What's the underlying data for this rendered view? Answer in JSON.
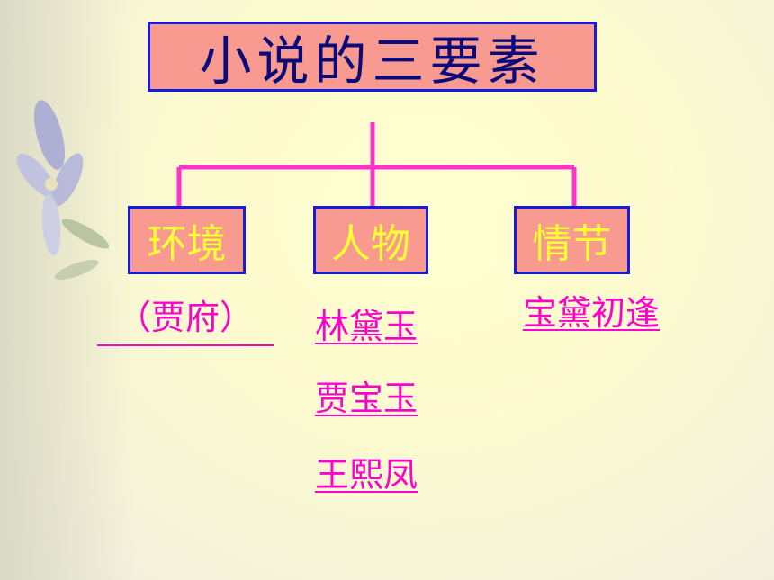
{
  "title": "小说的三要素",
  "nodes": [
    {
      "label": "环境"
    },
    {
      "label": "人物"
    },
    {
      "label": "情节"
    }
  ],
  "links": {
    "environment": "（贾府）",
    "characters": [
      "林黛玉",
      "贾宝玉",
      "王熙凤"
    ],
    "plot": "宝黛初逢"
  },
  "colors": {
    "box_fill": "#f89a8f",
    "box_border": "#1a1adb",
    "title_text": "#0a0a7a",
    "node_text": "#ffff33",
    "connector": "#ff33cc",
    "link_text": "#ff00cc"
  }
}
